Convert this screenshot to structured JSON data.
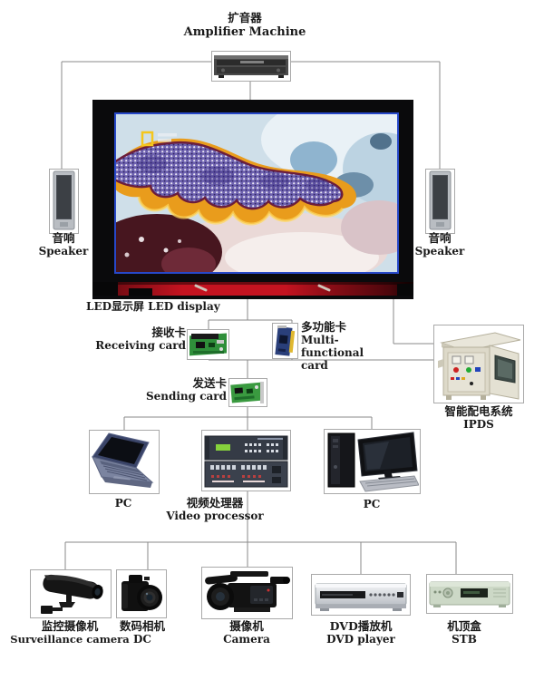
{
  "diagram": {
    "title_node": {
      "label_cn": "扩音器",
      "label_en": "Amplifier Machine"
    },
    "nodes": {
      "speaker_left": {
        "label_cn": "音响",
        "label_en": "Speaker"
      },
      "speaker_right": {
        "label_cn": "音响",
        "label_en": "Speaker"
      },
      "led_display": {
        "label": "LED显示屏 LED display"
      },
      "receiving_card": {
        "label_cn": "接收卡",
        "label_en": "Receiving card"
      },
      "multi_functional_card": {
        "label_cn": "多功能卡",
        "label_en": "Multi-functional card"
      },
      "sending_card": {
        "label_cn": "发送卡",
        "label_en": "Sending card"
      },
      "ipds": {
        "label_cn": "智能配电系统",
        "label_en": "IPDS"
      },
      "pc_left": {
        "label": "PC"
      },
      "video_processor": {
        "label_cn": "视频处理器",
        "label_en": "Video processor"
      },
      "pc_right": {
        "label": "PC"
      },
      "surveillance_camera": {
        "label_cn": "监控摄像机",
        "label_en": "Surveillance camera"
      },
      "digital_camera": {
        "label_cn": "数码相机",
        "label_en": "DC"
      },
      "camera": {
        "label_cn": "摄像机",
        "label_en": "Camera"
      },
      "dvd_player": {
        "label_cn": "DVD播放机",
        "label_en": "DVD player"
      },
      "stb": {
        "label_cn": "机顶盒",
        "label_en": "STB"
      }
    },
    "colors": {
      "connector_line": "#8a8a8a",
      "box_border": "#a9a9a9",
      "text": "#1a1a1a",
      "screen_border": "#2748c8",
      "display_red_strip": "#c41320",
      "slug_purple": "#6e62b0",
      "slug_orange": "#e99c1c",
      "ipds_beige": "#ddd9c9"
    }
  }
}
